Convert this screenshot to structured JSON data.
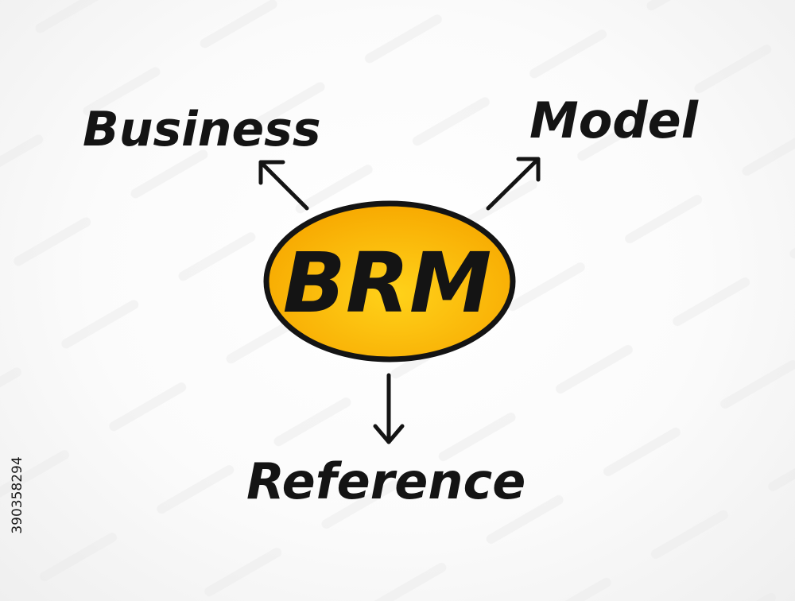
{
  "diagram": {
    "center": {
      "label": "BRM",
      "fill_color": "#f7a800",
      "highlight_color": "#ffd21a",
      "outline_color": "#141414"
    },
    "nodes": {
      "business": {
        "label": "Business"
      },
      "model": {
        "label": "Model"
      },
      "reference": {
        "label": "Reference"
      }
    }
  },
  "stock_id": "390358294"
}
